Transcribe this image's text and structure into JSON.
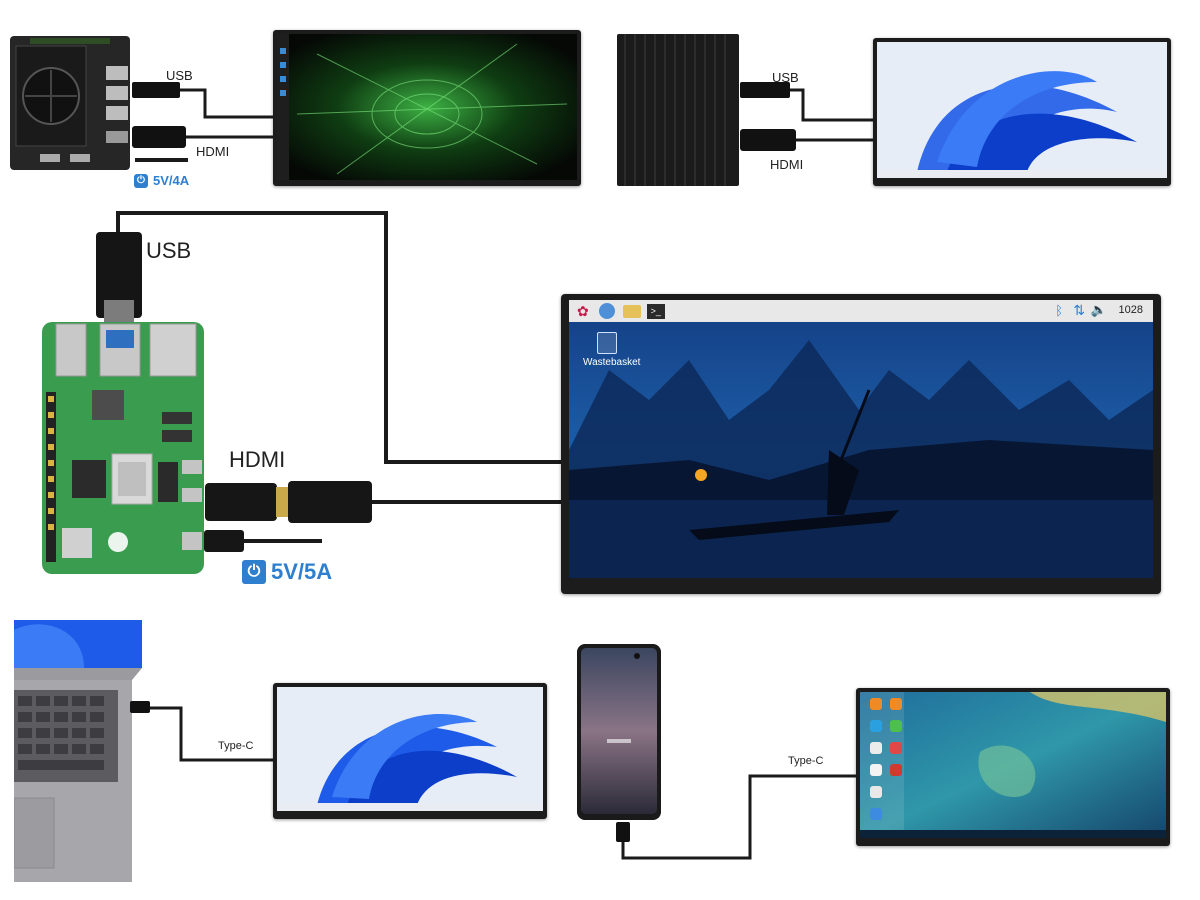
{
  "labels": {
    "usb": "USB",
    "hdmi": "HDMI",
    "type_c": "Type-C",
    "wastebasket": "Wastebasket",
    "clock": "1028"
  },
  "power": {
    "jetson": "5V/4A",
    "rpi": "5V/5A"
  },
  "colors": {
    "accent": "#2f7fcf",
    "cable": "#1a1a1a",
    "rpi_board": "#3a9c4e",
    "win_blue": "#1e5be8"
  },
  "icons": {
    "power": "power-icon",
    "bluetooth": "bluetooth-icon",
    "network": "network-updown-icon",
    "volume": "volume-icon",
    "raspberry": "raspberry-logo",
    "trash": "trash-icon"
  }
}
